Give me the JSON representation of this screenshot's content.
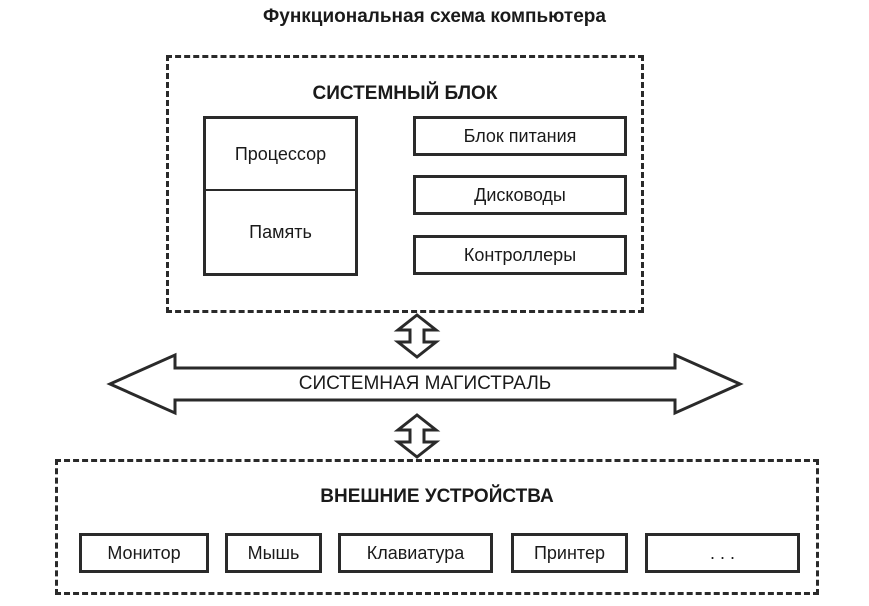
{
  "title": "Функциональная схема компьютера",
  "system_unit": {
    "title": "СИСТЕМНЫЙ БЛОК",
    "processor": "Процессор",
    "memory": "Память",
    "components": [
      "Блок питания",
      "Дисководы",
      "Контроллеры"
    ]
  },
  "bus": {
    "label": "СИСТЕМНАЯ МАГИСТРАЛЬ"
  },
  "external": {
    "title": "ВНЕШНИЕ УСТРОЙСТВА",
    "devices": [
      "Монитор",
      "Мышь",
      "Клавиатура",
      "Принтер",
      ". . ."
    ]
  }
}
